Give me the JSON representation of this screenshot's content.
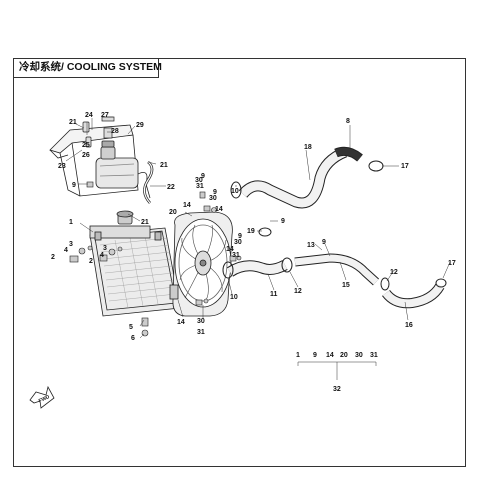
{
  "title": "冷却系统/ COOLING SYSTEM",
  "fwd_label": "FWD",
  "assembly": {
    "members": [
      "1",
      "9",
      "14",
      "20",
      "30",
      "31"
    ],
    "total": "32"
  },
  "callouts": {
    "c1": "1",
    "c2": "2",
    "c3a": "3",
    "c3b": "3",
    "c4a": "4",
    "c4b": "4",
    "c2b": "2",
    "c5": "5",
    "c6": "6",
    "c8": "8",
    "c9a": "9",
    "c9b": "9",
    "c9c": "9",
    "c9d": "9",
    "c9e": "9",
    "c10a": "10",
    "c10b": "10",
    "c11": "11",
    "c12a": "12",
    "c12b": "12",
    "c13": "13",
    "c14a": "14",
    "c14b": "14",
    "c14c": "14",
    "c14d": "14",
    "c15": "15",
    "c16": "16",
    "c17a": "17",
    "c17b": "17",
    "c18": "18",
    "c19": "19",
    "c20": "20",
    "c21a": "21",
    "c21b": "21",
    "c21c": "21",
    "c22": "22",
    "c23": "23",
    "c24": "24",
    "c25": "25",
    "c26": "26",
    "c27": "27",
    "c28": "28",
    "c29": "29",
    "c30a": "30",
    "c30b": "30",
    "c30c": "30",
    "c31a": "31",
    "c31b": "31",
    "c31c": "31"
  }
}
